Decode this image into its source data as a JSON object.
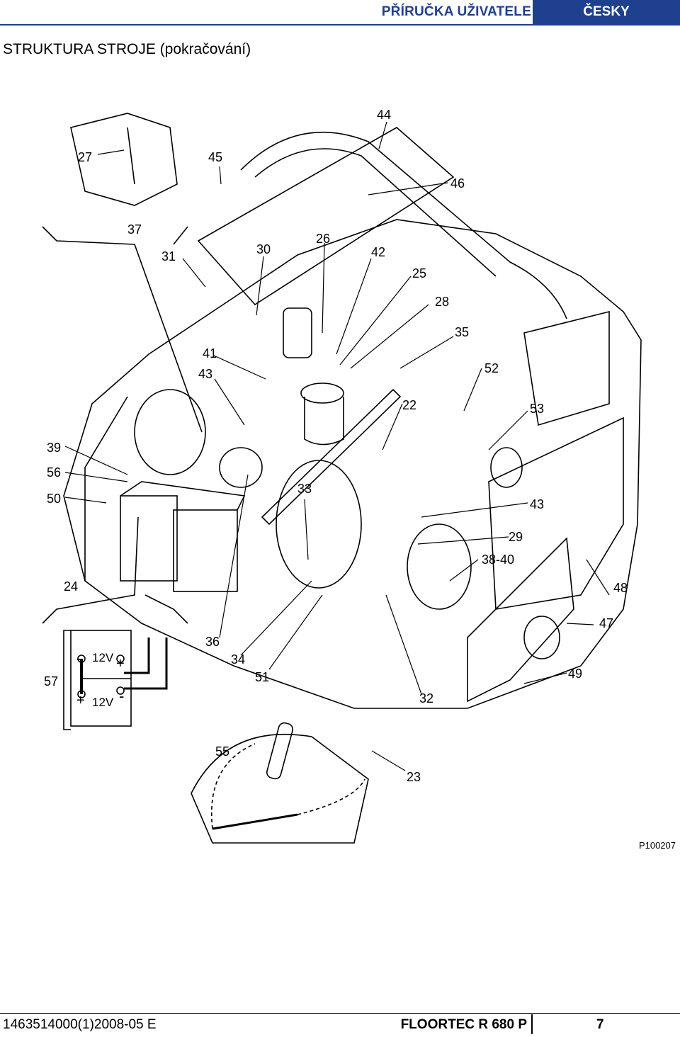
{
  "header": {
    "title": "PŘÍRUČKA UŽIVATELE",
    "language": "ČESKY"
  },
  "section_title": "STRUKTURA STROJE (pokračování)",
  "figure": {
    "id": "P100207",
    "callouts": [
      "44",
      "27",
      "45",
      "46",
      "37",
      "31",
      "30",
      "26",
      "42",
      "25",
      "28",
      "35",
      "41",
      "43",
      "52",
      "22",
      "53",
      "39",
      "56",
      "50",
      "33",
      "43",
      "29",
      "38-40",
      "24",
      "48",
      "47",
      "36",
      "34",
      "51",
      "57",
      "32",
      "49",
      "55",
      "23"
    ],
    "battery_labels": {
      "top_voltage": "12V",
      "bottom_voltage": "12V",
      "minus": "-",
      "plus": "+"
    }
  },
  "footer": {
    "doc_number": "1463514000(1)2008-05 E",
    "model": "FLOORTEC R 680 P",
    "page": "7"
  }
}
